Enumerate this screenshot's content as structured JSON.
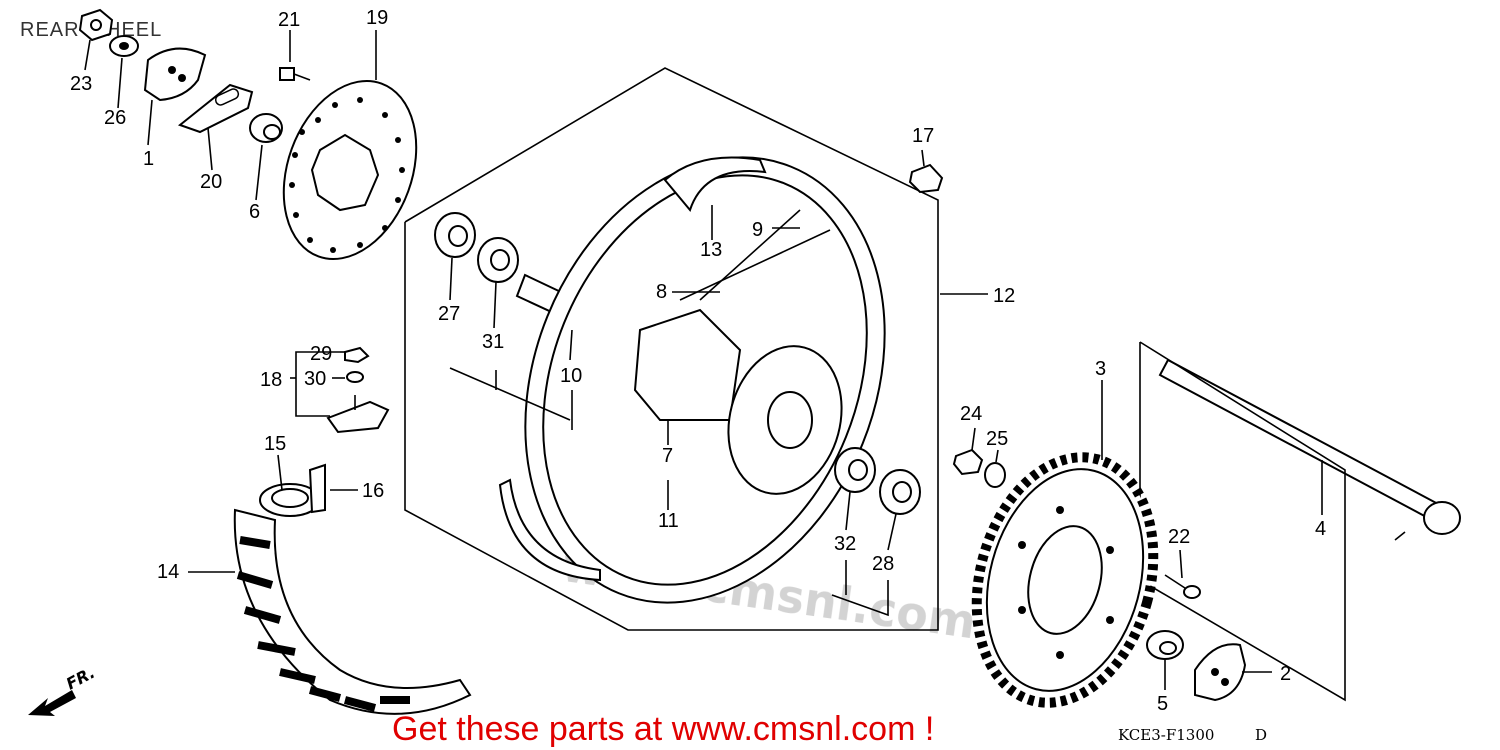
{
  "diagram": {
    "title": "REAR WHEEL",
    "watermark": "www.cmsnl.com",
    "promo": "Get these parts at www.cmsnl.com !",
    "code": "KCE3-F1300",
    "code_suffix": "D",
    "direction": "FR.",
    "callouts": [
      "1",
      "2",
      "3",
      "4",
      "5",
      "6",
      "7",
      "8",
      "9",
      "10",
      "11",
      "12",
      "13",
      "14",
      "15",
      "16",
      "17",
      "18",
      "19",
      "20",
      "21",
      "22",
      "23",
      "24",
      "25",
      "26",
      "27",
      "28",
      "29",
      "30",
      "31",
      "32"
    ]
  }
}
